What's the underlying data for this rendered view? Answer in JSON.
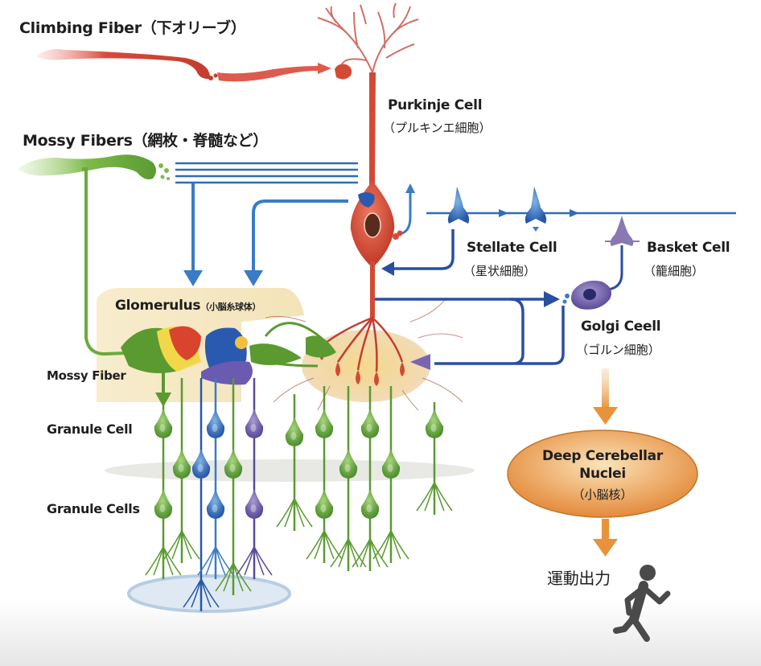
{
  "labels": {
    "climbing_fiber": "Climbing Fiber",
    "climbing_fiber_jp": "（下オリーブ）",
    "mossy_fibers": "Mossy Fibers",
    "mossy_fibers_jp": "（網枚・脊髄など）",
    "purkinje_cell": "Purkinje Cell",
    "purkinje_cell_jp": "（プルキンエ細胞）",
    "stellate_cell": "Stellate Cell",
    "stellate_cell_jp": "（星状細胞）",
    "basket_cell": "Basket Cell",
    "basket_cell_jp": "（籠細胞）",
    "glomerulus": "Glomerulus",
    "glomerulus_jp": "（小脳糸球体）",
    "golgi_cell": "Golgi Ceell",
    "golgi_cell_jp": "（ゴルン細胞）",
    "mossy_fiber": "Mossy Fiber",
    "granule_cell": "Granule Cell",
    "granule_cells": "Granule Cells",
    "deep_nuclei_line1": "Deep Cerebellar",
    "deep_nuclei_line2": "Nuclei",
    "deep_nuclei_jp": "（小脳核）",
    "motor_output": "運動出力"
  },
  "colors": {
    "climbing_fiber": "#d9493a",
    "purkinje": "#d24a35",
    "mossy_fiber": "#6aaa3a",
    "parallel_fiber": "#2f6db5",
    "inhibitory": "#2a4fa0",
    "golgi": "#4a4a9a",
    "basket": "#8a78b0",
    "output_arrow": "#e8923a",
    "deep_nuclei": "#e9a050",
    "glomerulus_bg": "#f6ebcc",
    "runner": "#4a4a4a"
  },
  "icons": {
    "runner": "running-person-icon"
  }
}
